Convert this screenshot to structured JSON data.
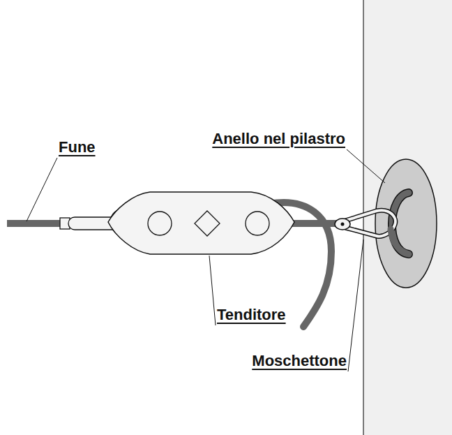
{
  "diagram": {
    "labels": [
      "Fune",
      "Anello nel pilastro",
      "Tenditore",
      "Moschettone"
    ]
  }
}
